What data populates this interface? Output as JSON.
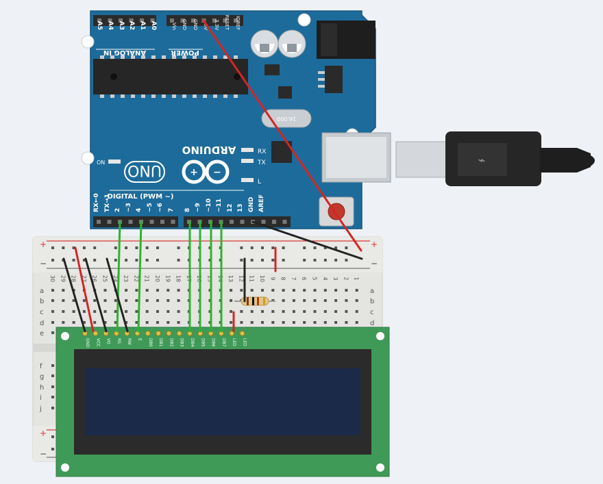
{
  "arduino": {
    "brand": "ARDUINO",
    "model": "UNO",
    "analog_header_label": "ANALOG IN",
    "analog_pins": [
      "A0",
      "A1",
      "A2",
      "A3",
      "A4",
      "A5"
    ],
    "power_header_label": "POWER",
    "power_pins": [
      "IOREF",
      "RESET",
      "3.3V",
      "5V",
      "GND",
      "GND",
      "Vin"
    ],
    "digital_header_label": "DIGITAL (PWM ~)",
    "digital_pins": [
      "AREF",
      "GND",
      "13",
      "12",
      "~11",
      "~10",
      "~9",
      "8",
      "7",
      "~6",
      "~5",
      "4",
      "~3",
      "2",
      "TX→1",
      "RX←0"
    ],
    "on_label": "ON",
    "leds": [
      "RX",
      "TX",
      "L"
    ],
    "crystal_label": "16.000"
  },
  "breadboard": {
    "rail_plus": "+",
    "rail_minus": "−",
    "row_letters_top": [
      "a",
      "b",
      "c",
      "d",
      "e"
    ],
    "row_letters_bottom": [
      "f",
      "g",
      "h",
      "i",
      "j"
    ],
    "column_numbers": [
      "30",
      "29",
      "28",
      "27",
      "26",
      "25",
      "24",
      "23",
      "22",
      "21",
      "20",
      "19",
      "18",
      "17",
      "16",
      "15",
      "14",
      "13",
      "12",
      "11",
      "10",
      "9",
      "8",
      "7",
      "6",
      "5",
      "4",
      "3",
      "2",
      "1"
    ]
  },
  "lcd": {
    "pins": [
      "GND",
      "VCC",
      "VO",
      "RS",
      "RW",
      "E",
      "DB0",
      "DB1",
      "DB2",
      "DB3",
      "DB4",
      "DB5",
      "DB6",
      "DB7",
      "LED",
      "LED"
    ]
  },
  "colors": {
    "board": "#1d6b9a",
    "lcd_pcb": "#3f9a58",
    "lcd_screen": "#1c2a4a",
    "wire_green": "#2db52d",
    "wire_red": "#d32626",
    "wire_black": "#232323"
  }
}
